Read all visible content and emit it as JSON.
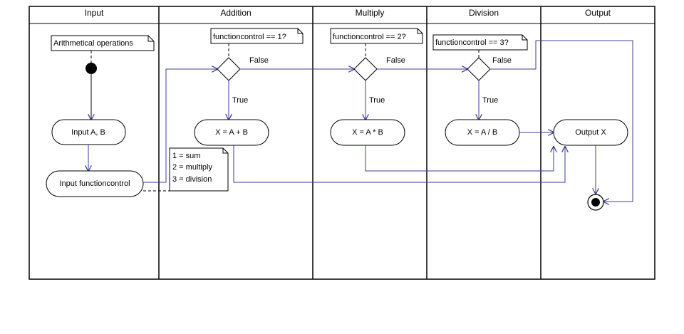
{
  "lanes": {
    "input": "Input",
    "addition": "Addition",
    "multiply": "Multiply",
    "division": "Division",
    "output": "Output"
  },
  "notes": {
    "arith": "Arithmetical operations",
    "cond1": "functioncontrol == 1?",
    "cond2": "functioncontrol == 2?",
    "cond3": "functioncontrol == 3?",
    "legend": [
      "1 = sum",
      "2 = multiply",
      "3 = division"
    ]
  },
  "activities": {
    "input_ab": "Input A, B",
    "input_fc": "Input functioncontrol",
    "add": "X = A + B",
    "mul": "X = A * B",
    "div": "X = A / B",
    "out": "Output X"
  },
  "guards": {
    "false": "False",
    "true": "True"
  },
  "colors": {
    "flow": "#3b3f91",
    "border": "#000000",
    "note_bg": "#ffffff"
  }
}
